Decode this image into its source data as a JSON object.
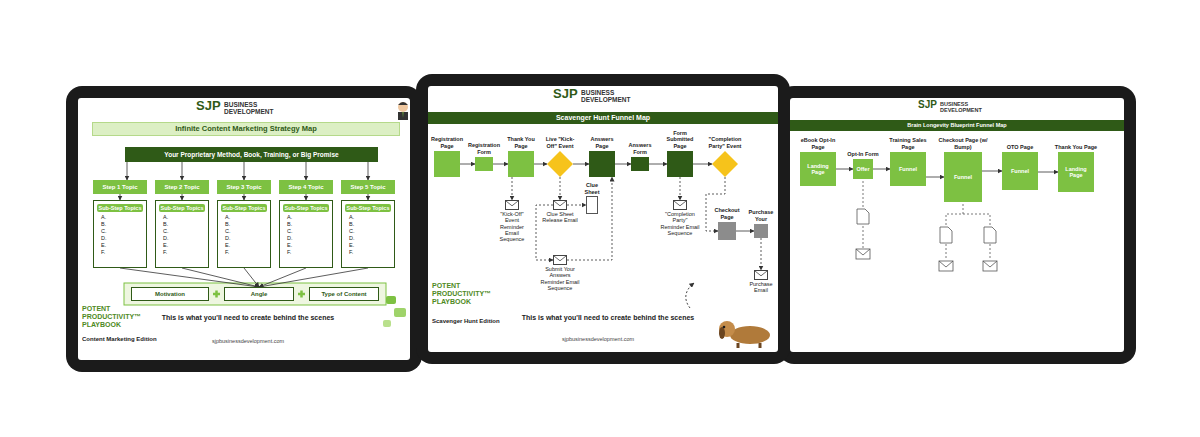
{
  "diagram": {
    "nodes": [
      {
        "text": [
          "SJP",
          "BUSINESS DEVELOPMENT",
          "This is what you'll need to create behind the scenes",
          "POTENT PRODUCTIVITY™ PLAYBOOK",
          "Content Marketing Edition",
          "sjpbusinessdevelopment.com"
        ]
      },
      {
        "text": [
          "Infinite Content Marketing Strategy Map"
        ],
        "in": 0
      },
      {
        "text": [
          "Your Proprietary Method, Book, Training, or Big Promise"
        ],
        "in": 0
      },
      {
        "text": [
          "Step 1 Topic"
        ],
        "in": 0
      },
      {
        "text": [
          "Step 2 Topic"
        ],
        "in": 0
      },
      {
        "text": [
          "Step 3 Topic"
        ],
        "in": 0
      },
      {
        "text": [
          "Step 4 Topic"
        ],
        "in": 0
      },
      {
        "text": [
          "Step 5 Topic"
        ],
        "in": 0
      },
      {
        "text": [
          "Sub-Step Topics",
          "A. B. C. D. E. F."
        ],
        "in": 0
      },
      {
        "text": [
          "Sub-Step Topics",
          "A. B. C. D. E. F."
        ],
        "in": 0
      },
      {
        "text": [
          "Sub-Step Topics",
          "A. B. C. D. E. F."
        ],
        "in": 0
      },
      {
        "text": [
          "Sub-Step Topics",
          "A. B. C. D. E. F."
        ],
        "in": 0
      },
      {
        "text": [
          "Sub-Step Topics",
          "A. B. C. D. E. F."
        ],
        "in": 0
      },
      {
        "text": [
          "Motivation"
        ],
        "in": 0
      },
      {
        "text": [
          "Angle"
        ],
        "in": 0
      },
      {
        "text": [
          "Type of Content"
        ],
        "in": 0
      },
      {
        "text": [
          "SJP",
          "BUSINESS DEVELOPMENT",
          "This is what you'll need to create behind the scenes",
          "POTENT PRODUCTIVITY™ PLAYBOOK",
          "Scavenger Hunt Edition",
          "sjpbusinessdevelopment.com"
        ]
      },
      {
        "text": [
          "Scavenger Hunt Funnel Map"
        ],
        "in": 16
      },
      {
        "text": [
          "Registration Page"
        ],
        "in": 16
      },
      {
        "text": [
          "Registration Form"
        ],
        "in": 16
      },
      {
        "text": [
          "Thank You Page"
        ],
        "in": 16
      },
      {
        "text": [
          "Live \"Kick-Off\" Event"
        ],
        "in": 16
      },
      {
        "text": [
          "Answers Page"
        ],
        "in": 16
      },
      {
        "text": [
          "Answers Form"
        ],
        "in": 16
      },
      {
        "text": [
          "Form Submitted Page"
        ],
        "in": 16
      },
      {
        "text": [
          "\"Completion Party\" Event"
        ],
        "in": 16
      },
      {
        "text": [
          "Clue Sheet"
        ],
        "in": 16
      },
      {
        "text": [
          "\"Kick-Off\" Event Reminder Email Sequence"
        ],
        "in": 16
      },
      {
        "text": [
          "Clue Sheet Release Email"
        ],
        "in": 16
      },
      {
        "text": [
          "Submit Your Answers Reminder Email Sequence"
        ],
        "in": 16
      },
      {
        "text": [
          "\"Completion Party\" Reminder Email Sequence"
        ],
        "in": 16
      },
      {
        "text": [
          "Checkout Page"
        ],
        "in": 16
      },
      {
        "text": [
          "Purchase Your"
        ],
        "in": 16
      },
      {
        "text": [
          "Purchase Email"
        ],
        "in": 16
      },
      {
        "text": [
          "SJP",
          "BUSINESS DEVELOPMENT"
        ]
      },
      {
        "text": [
          "Brain Longevity Blueprint Funnel Map"
        ],
        "in": 34
      },
      {
        "text": [
          "eBook Opt-In Page",
          "Landing Page"
        ],
        "in": 34
      },
      {
        "text": [
          "Opt-In Form",
          "Offer"
        ],
        "in": 34
      },
      {
        "text": [
          "Training Sales Page",
          "Funnel"
        ],
        "in": 34
      },
      {
        "text": [
          "Checkout Page (w/ Bump)",
          "Funnel"
        ],
        "in": 34
      },
      {
        "text": [
          "OTO Page",
          "Funnel"
        ],
        "in": 34
      },
      {
        "text": [
          "Thank You Page",
          "Landing Page"
        ],
        "in": 34
      }
    ],
    "edges": [
      {
        "from": 2,
        "to": 3,
        "arrow": "to"
      },
      {
        "from": 2,
        "to": 4,
        "arrow": "to"
      },
      {
        "from": 2,
        "to": 5,
        "arrow": "to"
      },
      {
        "from": 2,
        "to": 6,
        "arrow": "to"
      },
      {
        "from": 2,
        "to": 7,
        "arrow": "to"
      },
      {
        "from": 3,
        "to": 8,
        "arrow": "to"
      },
      {
        "from": 4,
        "to": 9,
        "arrow": "to"
      },
      {
        "from": 5,
        "to": 10,
        "arrow": "to"
      },
      {
        "from": 6,
        "to": 11,
        "arrow": "to"
      },
      {
        "from": 7,
        "to": 12,
        "arrow": "to"
      },
      {
        "from": 8,
        "to": 14,
        "arrow": "to"
      },
      {
        "from": 9,
        "to": 14,
        "arrow": "to"
      },
      {
        "from": 10,
        "to": 14,
        "arrow": "to"
      },
      {
        "from": 11,
        "to": 14,
        "arrow": "to"
      },
      {
        "from": 12,
        "to": 14,
        "arrow": "to"
      },
      {
        "from": 18,
        "to": 19,
        "arrow": "to"
      },
      {
        "from": 19,
        "to": 20,
        "arrow": "to"
      },
      {
        "from": 20,
        "to": 21,
        "arrow": "to"
      },
      {
        "from": 21,
        "to": 22,
        "arrow": "to"
      },
      {
        "from": 22,
        "to": 23,
        "arrow": "to"
      },
      {
        "from": 23,
        "to": 24,
        "arrow": "to"
      },
      {
        "from": 24,
        "to": 25,
        "arrow": "to"
      },
      {
        "from": 20,
        "to": 27,
        "arrow": "to"
      },
      {
        "from": 21,
        "to": 28,
        "arrow": "to"
      },
      {
        "from": 28,
        "to": 26,
        "arrow": "to"
      },
      {
        "from": 28,
        "to": 29,
        "arrow": "to"
      },
      {
        "from": 29,
        "to": 22,
        "arrow": "to"
      },
      {
        "from": 24,
        "to": 30,
        "arrow": "to"
      },
      {
        "from": 25,
        "to": 31,
        "arrow": "to"
      },
      {
        "from": 31,
        "to": 32,
        "arrow": "to"
      },
      {
        "from": 32,
        "to": 33,
        "arrow": "to"
      },
      {
        "from": 36,
        "to": 37,
        "arrow": "to"
      },
      {
        "from": 37,
        "to": 38,
        "arrow": "to"
      },
      {
        "from": 38,
        "to": 39,
        "arrow": "to"
      },
      {
        "from": 39,
        "to": 40,
        "arrow": "to"
      },
      {
        "from": 40,
        "to": 41,
        "arrow": "to"
      }
    ]
  }
}
